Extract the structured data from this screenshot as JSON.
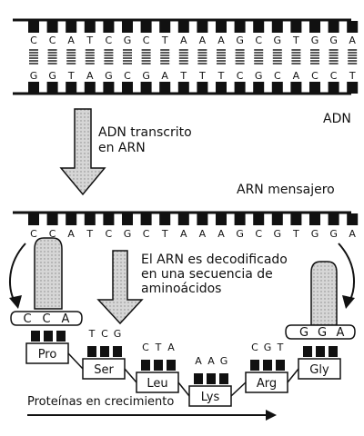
{
  "dna": {
    "label": "ADN",
    "top_strand": [
      "C",
      "C",
      "A",
      "T",
      "C",
      "G",
      "C",
      "T",
      "A",
      "A",
      "A",
      "G",
      "C",
      "G",
      "T",
      "G",
      "G",
      "A"
    ],
    "bottom_strand": [
      "G",
      "G",
      "T",
      "A",
      "G",
      "C",
      "G",
      "A",
      "T",
      "T",
      "T",
      "C",
      "G",
      "C",
      "A",
      "C",
      "C",
      "T"
    ]
  },
  "transcription_label_line1": "ADN transcrito",
  "transcription_label_line2": "en ARN",
  "mrna": {
    "label": "ARN mensajero",
    "bases": [
      "C",
      "C",
      "A",
      "T",
      "C",
      "G",
      "C",
      "T",
      "A",
      "A",
      "A",
      "G",
      "C",
      "G",
      "T",
      "G",
      "G",
      "A"
    ]
  },
  "decoding_label": [
    "El ARN es decodificado",
    "en una secuencia de",
    "aminoácidos"
  ],
  "trna": {
    "left_anticodon": [
      "C",
      "C",
      "A"
    ],
    "right_anticodon": [
      "G",
      "G",
      "A"
    ]
  },
  "chain": [
    {
      "amino": "Pro",
      "codon": [
        "",
        "",
        ""
      ]
    },
    {
      "amino": "Ser",
      "codon": [
        "T",
        "C",
        "G"
      ]
    },
    {
      "amino": "Leu",
      "codon": [
        "C",
        "T",
        "A"
      ]
    },
    {
      "amino": "Lys",
      "codon": [
        "A",
        "A",
        "G"
      ]
    },
    {
      "amino": "Arg",
      "codon": [
        "C",
        "G",
        "T"
      ]
    },
    {
      "amino": "Gly",
      "codon": [
        "",
        "",
        ""
      ]
    }
  ],
  "growth_label": "Proteínas en crecimiento",
  "colors": {
    "ink": "#111111",
    "arrow_fill": "#c8c8c8",
    "paper": "#ffffff"
  }
}
